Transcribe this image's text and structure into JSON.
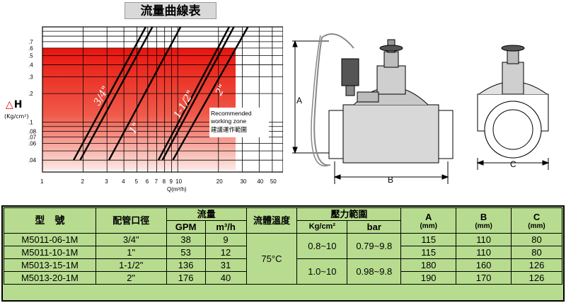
{
  "title": "流量曲線表",
  "yaxis": {
    "symbol": "△",
    "letter": "H",
    "unit": "(Kg/cm²)",
    "ticks": [
      ".7",
      ".6",
      ".5",
      ".4",
      ".3",
      ".2",
      ".1",
      ".08",
      ".07",
      ".06",
      ".04"
    ],
    "ticks_top": [
      ".1",
      ".7"
    ]
  },
  "xaxis": {
    "label": "Q(m³/h)",
    "ticks": [
      "1",
      "2",
      "3",
      "4",
      "5",
      "6",
      "7",
      "8",
      "9",
      "10",
      "20",
      "30",
      "40",
      "50"
    ]
  },
  "curve_labels": [
    "3/4\"",
    "1\"",
    "1-1/2\"",
    "2\""
  ],
  "zone_label": [
    "Recommended",
    "working zone",
    "建議運作範圍"
  ],
  "drawing_labels": {
    "a": "A",
    "b": "B",
    "c": "C"
  },
  "colors": {
    "zone_red": "#e8150e",
    "table_green": "#b7dc8f"
  },
  "table": {
    "headers": {
      "model": "型　號",
      "pipe": "配管口徑",
      "flow": "流量",
      "gpm": "GPM",
      "m3h": "m³/h",
      "temp": "流體溫度",
      "pressure": "壓力範圍",
      "kg": "Kg/cm²",
      "bar": "bar",
      "a": "A",
      "b": "B",
      "c": "C",
      "mm": "(mm)"
    },
    "temperature": "75°C",
    "pressure_groups": [
      {
        "kg": "0.8~10",
        "bar": "0.79~9.8"
      },
      {
        "kg": "1.0~10",
        "bar": "0.98~9.8"
      }
    ],
    "rows": [
      {
        "model": "M5011-06-1M",
        "pipe": "3/4\"",
        "gpm": "38",
        "m3h": "9",
        "a": "115",
        "b": "110",
        "c": "80"
      },
      {
        "model": "M5011-10-1M",
        "pipe": "1\"",
        "gpm": "53",
        "m3h": "12",
        "a": "115",
        "b": "110",
        "c": "80"
      },
      {
        "model": "M5013-15-1M",
        "pipe": "1-1/2\"",
        "gpm": "136",
        "m3h": "31",
        "a": "180",
        "b": "160",
        "c": "126"
      },
      {
        "model": "M5013-20-1M",
        "pipe": "2\"",
        "gpm": "176",
        "m3h": "40",
        "a": "190",
        "b": "170",
        "c": "126"
      }
    ]
  }
}
